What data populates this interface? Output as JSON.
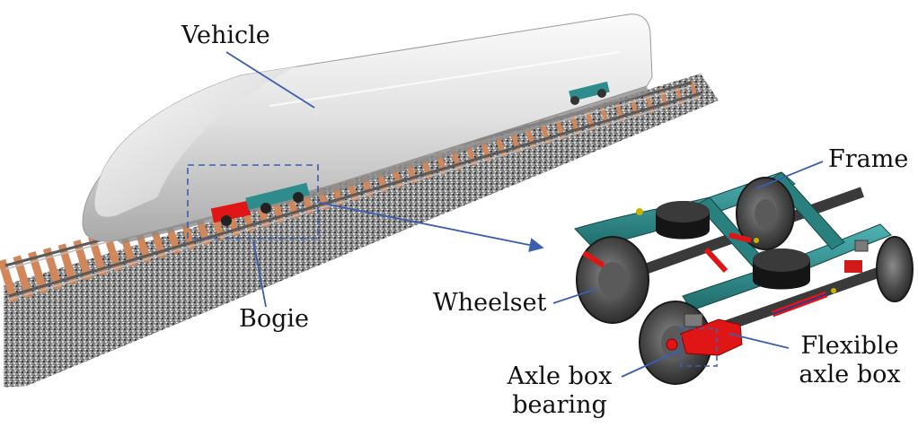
{
  "labels": {
    "vehicle": "Vehicle",
    "frame": "Frame",
    "wheelset": "Wheelset",
    "bogie": "Bogie",
    "flexible_axle_box": [
      "Flexible",
      "axle box"
    ],
    "axle_box_bearing": [
      "Axle box",
      "bearing"
    ]
  },
  "colors": {
    "leader_line": "#3a5fb0",
    "highlight_box": "#3a5fb0",
    "train_body": "#e6e6e6",
    "bogie_frame": "#2f8c8c",
    "axle_box": "#e01515",
    "ballast": "#8a8a8a",
    "sleepers": "#d2875a"
  }
}
